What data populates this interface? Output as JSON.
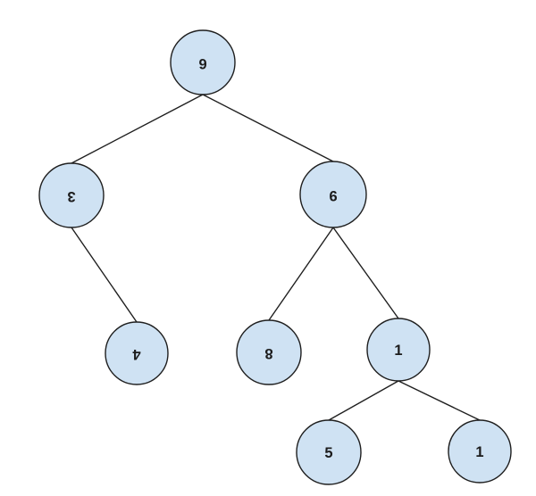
{
  "figure": {
    "kind": "binary-tree-diagram",
    "background": "#ffffff",
    "node_fill": "#cfe2f3",
    "node_border": "#1f1f1f",
    "edge_color": "#1f1f1f",
    "label_color": "#1c1c1c"
  },
  "tree": {
    "root_value": "6",
    "nodes": [
      {
        "value": "6",
        "role": "root"
      },
      {
        "value": "3",
        "role": "left child of 6"
      },
      {
        "value": "9",
        "role": "right child of 6"
      },
      {
        "value": "4",
        "role": "right child of 3"
      },
      {
        "value": "8",
        "role": "left child of 9"
      },
      {
        "value": "1",
        "role": "right child of 9"
      },
      {
        "value": "5",
        "role": "left child of 1"
      },
      {
        "value": "1",
        "role": "right child of 1"
      }
    ],
    "edges": [
      {
        "from": "6",
        "to": "3"
      },
      {
        "from": "6",
        "to": "9"
      },
      {
        "from": "3",
        "to": "4"
      },
      {
        "from": "9",
        "to": "8"
      },
      {
        "from": "9",
        "to": "1"
      },
      {
        "from": "1",
        "to": "5"
      },
      {
        "from": "1",
        "to": "1"
      }
    ]
  }
}
